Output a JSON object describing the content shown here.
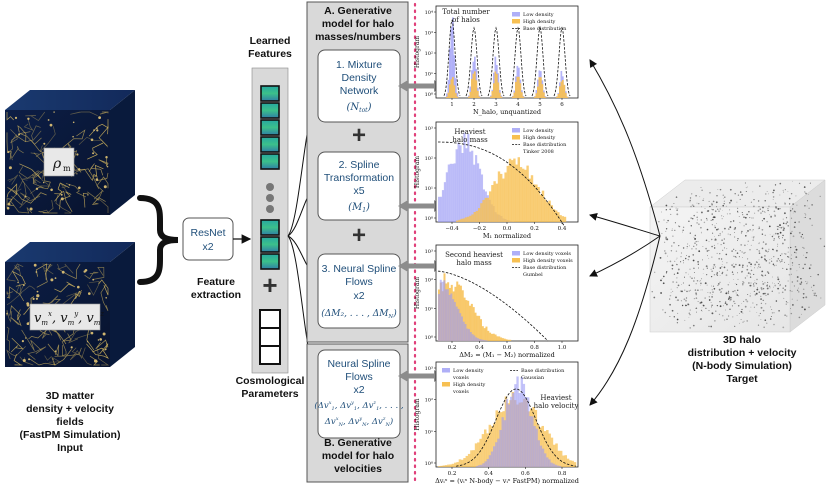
{
  "input": {
    "density_label": "ρ",
    "density_sub": "m",
    "velocity_label": "v",
    "velocity_sub": "m",
    "title_l1": "3D matter",
    "title_l2": "density + velocity",
    "title_l3": "fields",
    "title_l4": "(FastPM Simulation)",
    "title_l5": "Input"
  },
  "resnet": {
    "l1": "ResNet",
    "l2": "x2"
  },
  "feature_extraction": {
    "l1": "Feature",
    "l2": "extraction"
  },
  "learned_features": {
    "l1": "Learned",
    "l2": "Features"
  },
  "cosmological": {
    "l1": "Cosmological",
    "l2": "Parameters"
  },
  "gen_a": {
    "l1": "A. Generative",
    "l2": "model for halo",
    "l3": "masses/numbers"
  },
  "gen_b": {
    "l1": "B. Generative",
    "l2": "model for halo",
    "l3": "velocities"
  },
  "box1": {
    "l1": "1. Mixture",
    "l2": "Density",
    "l3": "Network",
    "l4": "(N",
    "l4sub": "tot",
    "l4end": ")"
  },
  "box2": {
    "l1": "2. Spline",
    "l2": "Transformation",
    "l3": "x5",
    "l4": "(M",
    "l4sub": "1",
    "l4end": ")"
  },
  "box3": {
    "l1": "3. Neural Spline",
    "l2": "Flows",
    "l3": "x2",
    "l4": "(ΔM₂, . . . , ΔM",
    "l4sub": "N",
    "l4end": ")"
  },
  "box4": {
    "l1": "Neural Spline",
    "l2": "Flows",
    "l3": "x2",
    "l4": "(Δv",
    "l5": "Δv",
    "l6": ")"
  },
  "plus": "+",
  "target": {
    "l1": "3D halo",
    "l2": "distribution + velocity",
    "l3": "(N-body Simulation)",
    "l4": "Target"
  },
  "colors": {
    "low": "#9b9bf5",
    "high": "#f7c052",
    "navy": "#1f4e79",
    "dotline": "#e0407a",
    "panel": "#d9d9d9"
  },
  "plots": [
    {
      "annotation": [
        "Total number",
        "of halos"
      ],
      "ylabel": "Histogram",
      "xlabel": "N_halo, unquantized",
      "legend": [
        "Low density",
        "High density",
        "Base distribution"
      ],
      "yticks": [
        "10⁴",
        "10³",
        "10²",
        "10¹",
        "10⁰"
      ],
      "xticks": [
        "1",
        "2",
        "3",
        "4",
        "5",
        "6"
      ]
    },
    {
      "annotation": [
        "Heaviest",
        "halo mass"
      ],
      "ylabel": "Histogram",
      "xlabel": "M₁ normalized",
      "legend": [
        "Low density",
        "High density",
        "Base distribution",
        "Tinker 2008"
      ],
      "yticks": [
        "10³",
        "10²",
        "10¹",
        "10⁰"
      ],
      "xticks": [
        "−0.4",
        "−0.2",
        "0.0",
        "0.2",
        "0.4"
      ]
    },
    {
      "annotation": [
        "Second heaviest",
        "halo mass"
      ],
      "ylabel": "Histogram",
      "xlabel": "ΔM₂ = (M₁ − M₂) normalized",
      "legend": [
        "Low density voxels",
        "High density voxels",
        "Base distribution",
        "Gumbel"
      ],
      "yticks": [
        "10³",
        "10²",
        "10¹",
        "10⁰"
      ],
      "xticks": [
        "0.2",
        "0.4",
        "0.6",
        "0.8",
        "1.0"
      ]
    },
    {
      "annotation": [
        "Heaviest",
        "halo velocity"
      ],
      "ylabel": "Histogram",
      "xlabel": "Δvᵢˣ = (vᵢˣ N-body − vᵢˣ FastPM) normalized",
      "legend": [
        "Low density",
        "voxels",
        "High density",
        "voxels",
        "Base distribution",
        "Gaussian"
      ],
      "yticks": [
        "10³",
        "10²",
        "10¹",
        "10⁰"
      ],
      "xticks": [
        "0.2",
        "0.4",
        "0.6",
        "0.8"
      ]
    }
  ]
}
